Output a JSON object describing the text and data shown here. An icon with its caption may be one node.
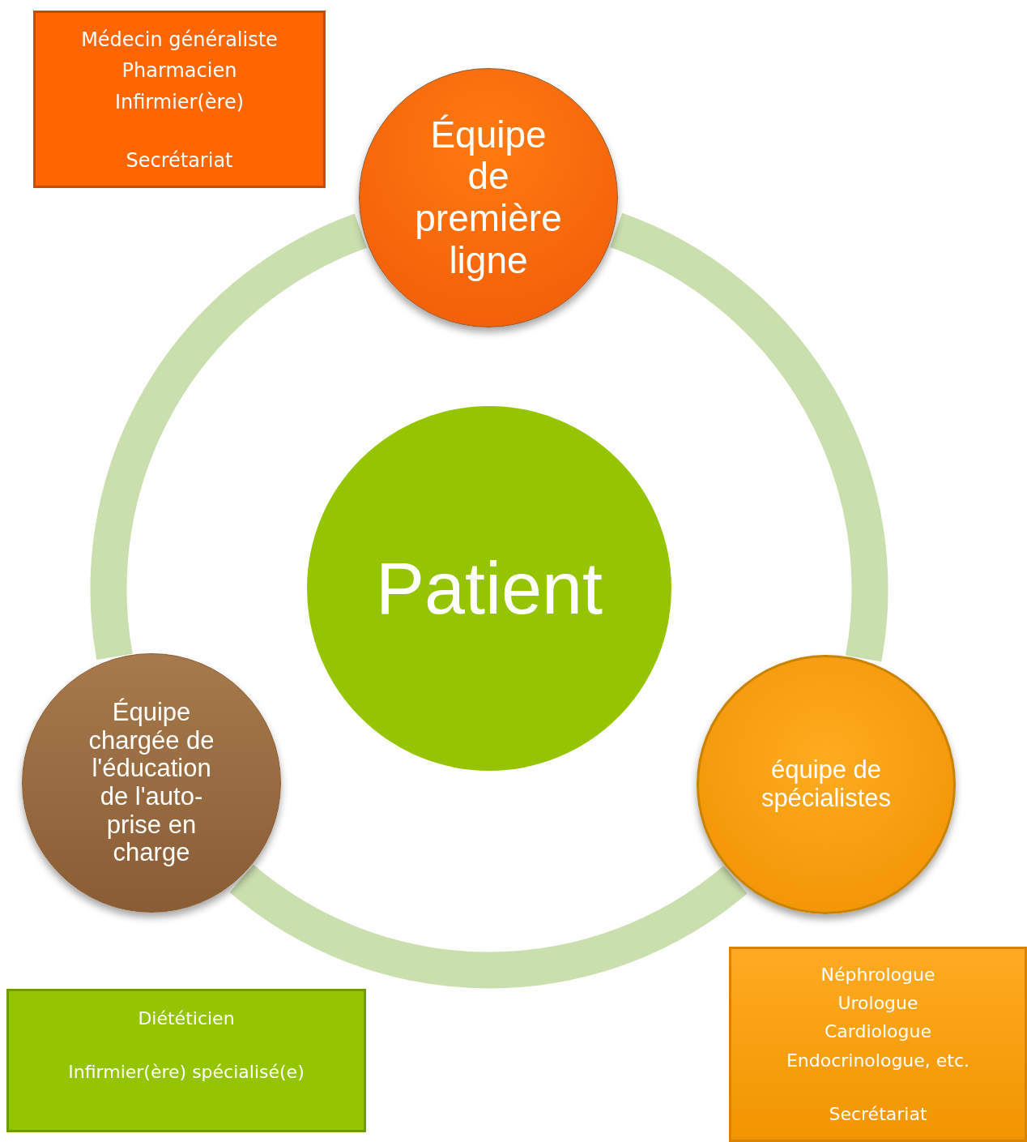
{
  "diagram": {
    "nodes": [
      {
        "text": [
          "Médecin généraliste",
          "Pharmacien",
          "Infirmier(ère)",
          "Secrétariat"
        ]
      },
      {
        "text": [
          "Équipe de première ligne"
        ]
      },
      {
        "text": [
          "Patient"
        ]
      },
      {
        "text": [
          "Équipe chargée de l'éducation de l'auto-prise en charge"
        ]
      },
      {
        "text": [
          "équipe de spécialistes"
        ]
      },
      {
        "text": [
          "Diététicien",
          "Infirmier(ère) spécialisé(e)"
        ]
      },
      {
        "text": [
          "Néphrologue",
          "Urologue",
          "Cardiologue",
          "Endocrinologue, etc.",
          "Secrétariat"
        ]
      }
    ],
    "edges": [
      {
        "from": 1,
        "to": 4,
        "arrow": "none"
      },
      {
        "from": 4,
        "to": 3,
        "arrow": "none"
      },
      {
        "from": 3,
        "to": 1,
        "arrow": "none"
      }
    ]
  }
}
